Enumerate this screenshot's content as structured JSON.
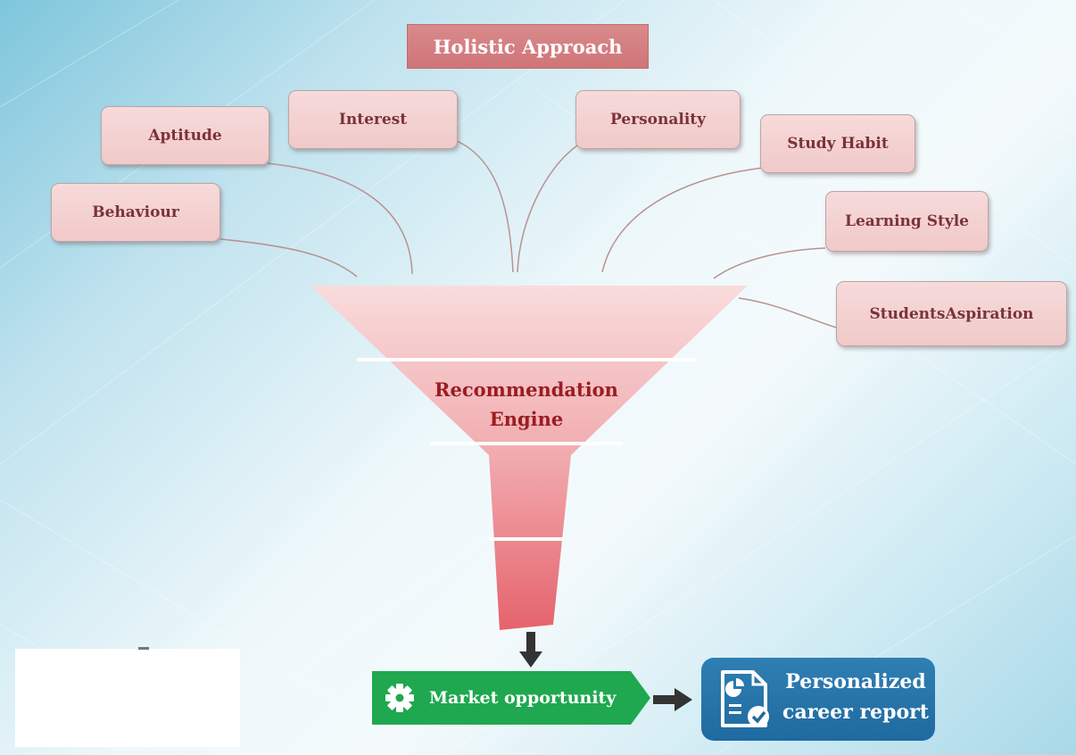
{
  "title": "Holistic Approach",
  "factors": [
    {
      "key": "aptitude",
      "label": "Aptitude"
    },
    {
      "key": "interest",
      "label": "Interest"
    },
    {
      "key": "personality",
      "label": "Personality"
    },
    {
      "key": "study-habit",
      "label": "Study Habit"
    },
    {
      "key": "behaviour",
      "label": "Behaviour"
    },
    {
      "key": "learning-style",
      "label": "Learning Style"
    },
    {
      "key": "students-aspiration",
      "label": "StudentsAspiration"
    }
  ],
  "funnel": {
    "label_line1": "Recommendation",
    "label_line2": "Engine"
  },
  "outputs": {
    "market": {
      "label": "Market opportunity",
      "icon": "gear-icon",
      "color": "#1fa84f"
    },
    "report": {
      "line1": "Personalized",
      "line2": "career report",
      "icon": "report-icon",
      "color": "#2474aa"
    }
  },
  "colors": {
    "box_fill": "#f4d2d2",
    "box_text": "#7a3338",
    "title_fill": "#d4807f",
    "engine_text": "#9a1d22",
    "funnel_top": "#f7d6d6",
    "funnel_bottom": "#e86a72"
  }
}
